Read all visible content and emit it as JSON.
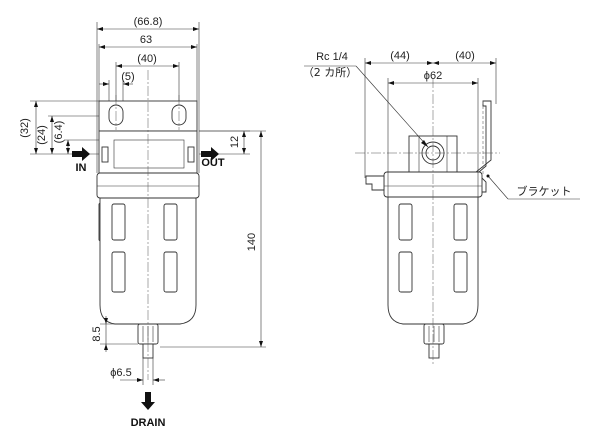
{
  "dimensions": {
    "d66_8": "(66.8)",
    "d63": "63",
    "d40_top": "(40)",
    "d5": "(5)",
    "d32": "(32)",
    "d24": "(24)",
    "d6_4": "(6.4)",
    "d12": "12",
    "d140": "140",
    "d8_5": "8.5",
    "d6_5": "ϕ6.5",
    "d44": "(44)",
    "d40_right": "(40)",
    "d62": "ϕ62"
  },
  "labels": {
    "in": "IN",
    "out": "OUT",
    "drain": "DRAIN",
    "port": "Rc 1/4",
    "port_count": "（2 カ所）",
    "bracket": "ブラケット"
  }
}
